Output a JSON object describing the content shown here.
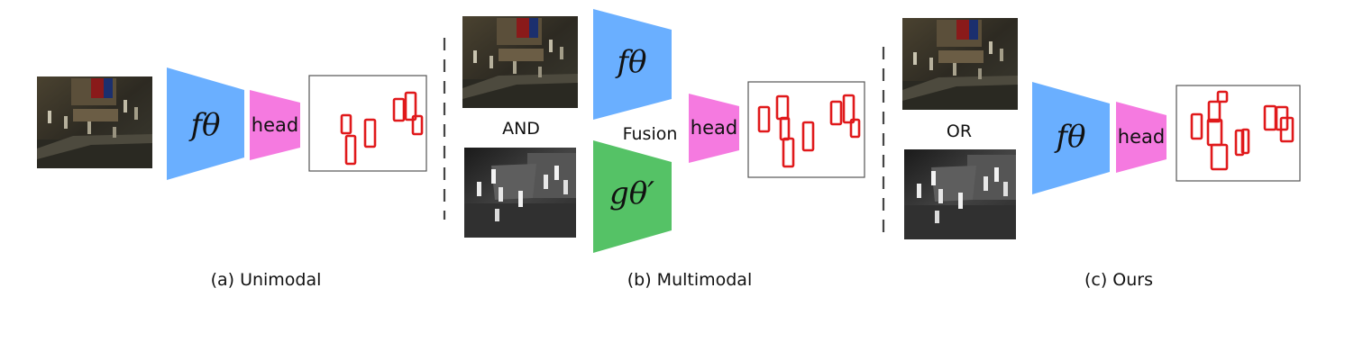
{
  "colors": {
    "encoder_blue": "#6aafff",
    "encoder_green": "#55c266",
    "head_pink": "#f57ae0",
    "box_red": "#e0191b",
    "divider": "#444444",
    "rgb_scene": "#3a3426",
    "thermal_scene": "#2a2a2a"
  },
  "panel_a": {
    "encoder_label": "fθ",
    "head_label": "head",
    "caption": "(a) Unimodal"
  },
  "panel_b": {
    "connector_and": "AND",
    "encoder_f_label": "fθ",
    "encoder_g_label": "gθ′",
    "fusion_label": "Fusion",
    "head_label": "head",
    "caption": "(b) Multimodal"
  },
  "panel_c": {
    "connector_or": "OR",
    "encoder_label": "fθ",
    "head_label": "head",
    "caption": "(c) Ours"
  }
}
